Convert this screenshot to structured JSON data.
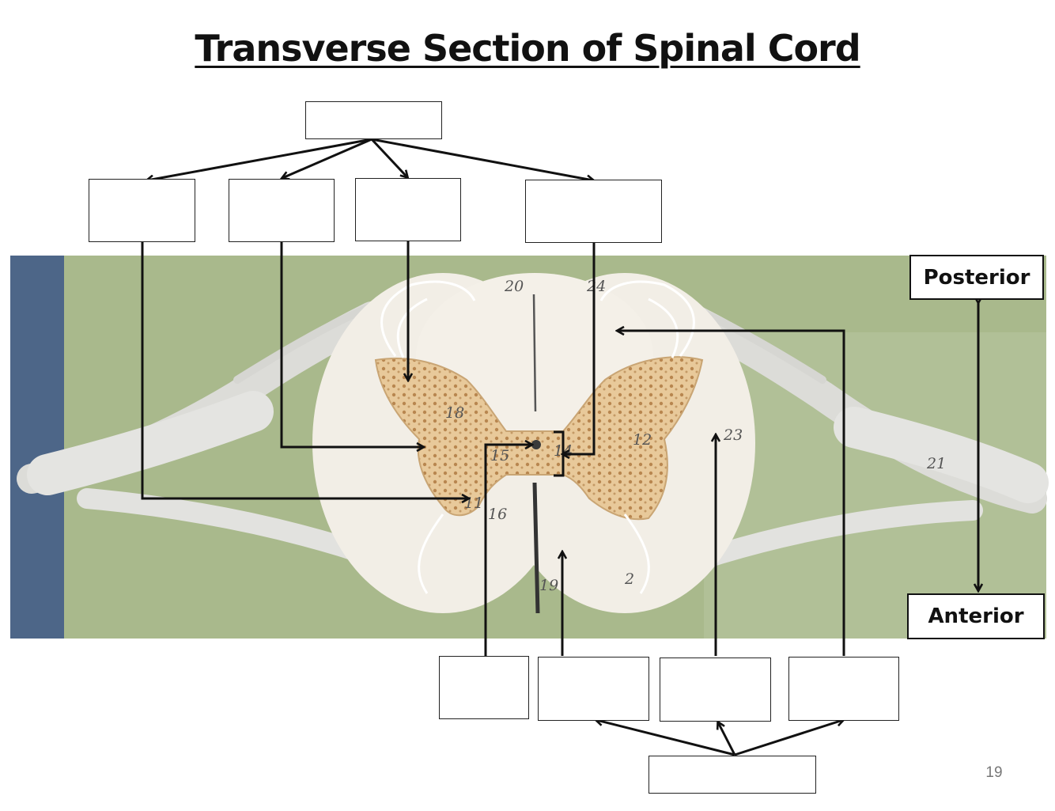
{
  "title": "Transverse Section of Spinal Cord",
  "orientation": {
    "posterior": "Posterior",
    "anterior": "Anterior"
  },
  "model_numbers": [
    "20",
    "24",
    "18",
    "12",
    "23",
    "15",
    "14",
    "11",
    "16",
    "19",
    "21",
    "2"
  ],
  "page_number": "19",
  "colors": {
    "background_green": "#a9b98c",
    "left_edge_blue": "#4d6688",
    "grey_matter": "#e8c99a",
    "white_matter": "#f2eee6",
    "nerve": "#e6e6e4",
    "arrow": "#111111"
  }
}
